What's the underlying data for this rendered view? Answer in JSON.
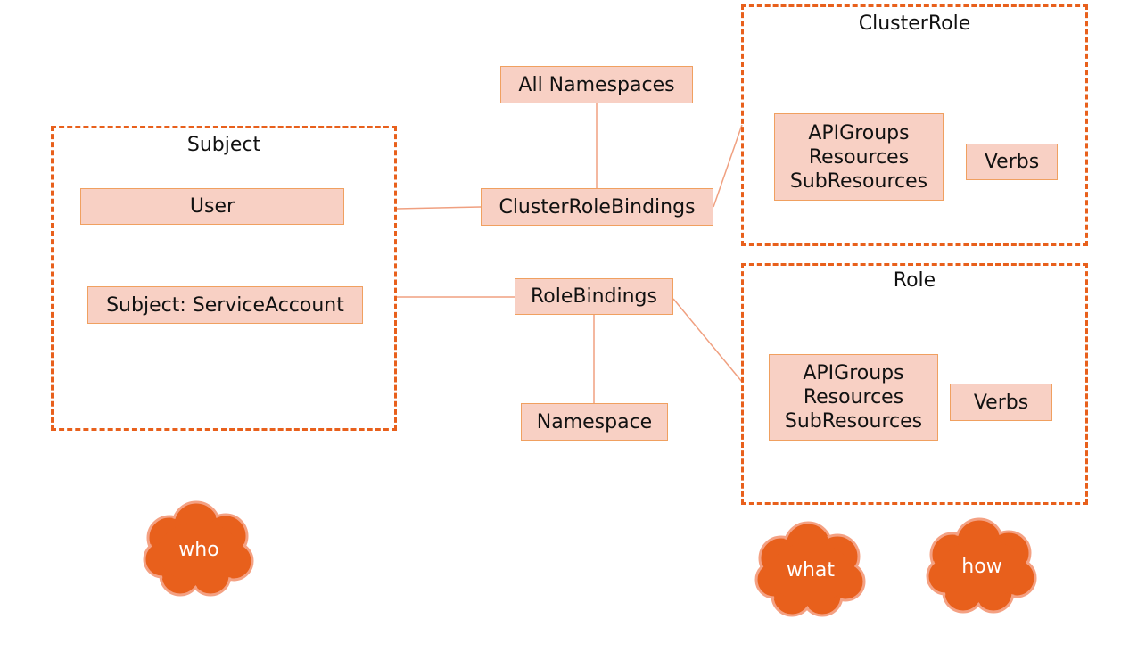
{
  "heading_fragment": "",
  "groups": {
    "subject": {
      "title": "Subject"
    },
    "cluster_role": {
      "title": "ClusterRole"
    },
    "role": {
      "title": "Role"
    }
  },
  "nodes": {
    "user": "User",
    "service_account": "Subject: ServiceAccount",
    "all_namespaces": "All Namespaces",
    "cluster_role_bindings": "ClusterRoleBindings",
    "role_bindings": "RoleBindings",
    "namespace": "Namespace",
    "cluster_role_rules": "APIGroups\nResources\nSubResources",
    "cluster_role_verbs": "Verbs",
    "role_rules": "APIGroups\nResources\nSubResources",
    "role_verbs": "Verbs"
  },
  "clouds": {
    "who": "who",
    "what": "what",
    "how": "how"
  },
  "colors": {
    "accent_orange": "#e8601c",
    "box_fill": "#f8d0c4",
    "box_border": "#f0a060",
    "connector": "#f0a080",
    "cloud_fill": "#e8601c",
    "cloud_outline": "#f4a183"
  }
}
